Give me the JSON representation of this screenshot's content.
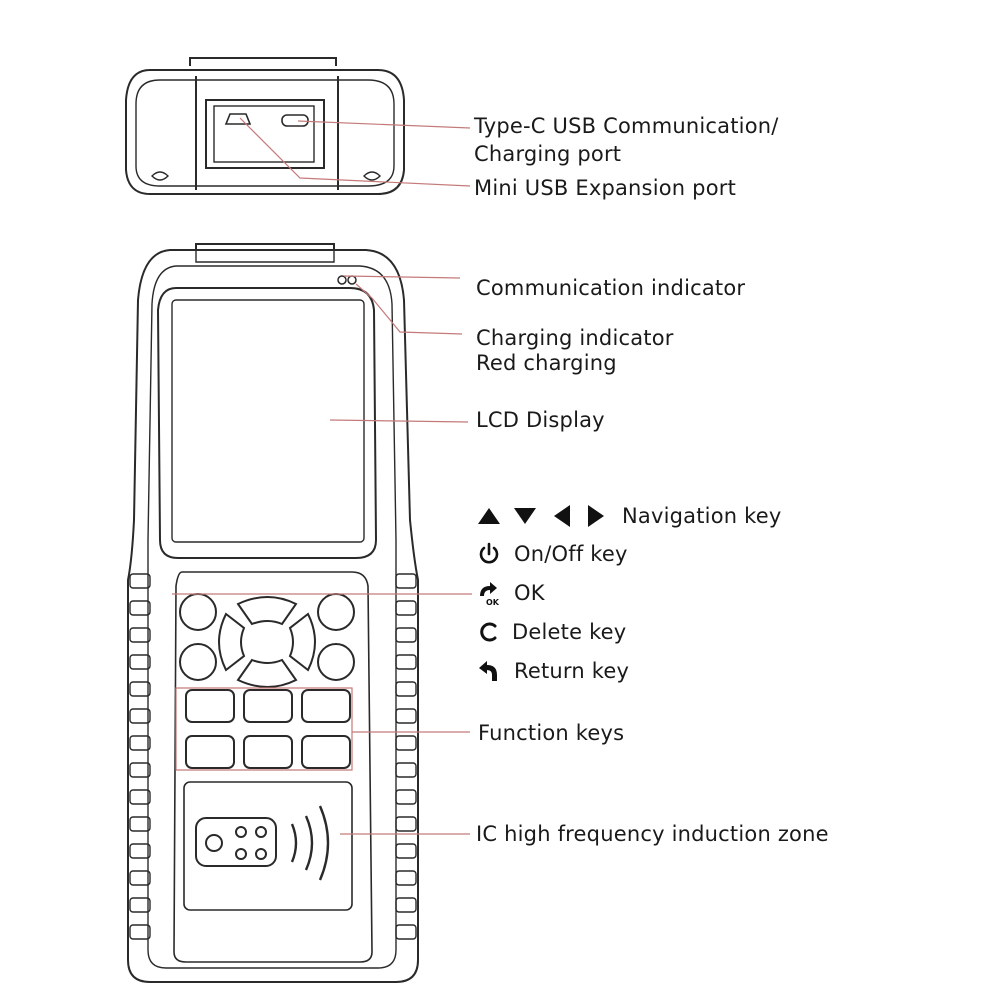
{
  "labels": {
    "type_c_line1": "Type-C USB Communication/",
    "type_c_line2": "Charging port",
    "mini_usb": "Mini USB Expansion port",
    "comm_indicator": "Communication indicator",
    "charging_line1": "Charging indicator",
    "charging_line2": "Red charging",
    "lcd": "LCD Display",
    "navigation": "Navigation key",
    "onoff": "On/Off key",
    "ok": "OK",
    "delete": "Delete key",
    "return": "Return key",
    "function_keys": "Function keys",
    "ic_zone": "IC high frequency induction zone"
  },
  "icons": {
    "navigation": [
      "triangle-up",
      "triangle-down",
      "triangle-left",
      "triangle-right"
    ],
    "onoff": "power-icon",
    "ok": "ok-arrow-icon",
    "delete": "c-letter-icon",
    "return": "return-arrow-icon"
  },
  "colors": {
    "outline": "#2a2a2a",
    "leader_line": "#c47a7a",
    "text": "#1a1a1a"
  }
}
